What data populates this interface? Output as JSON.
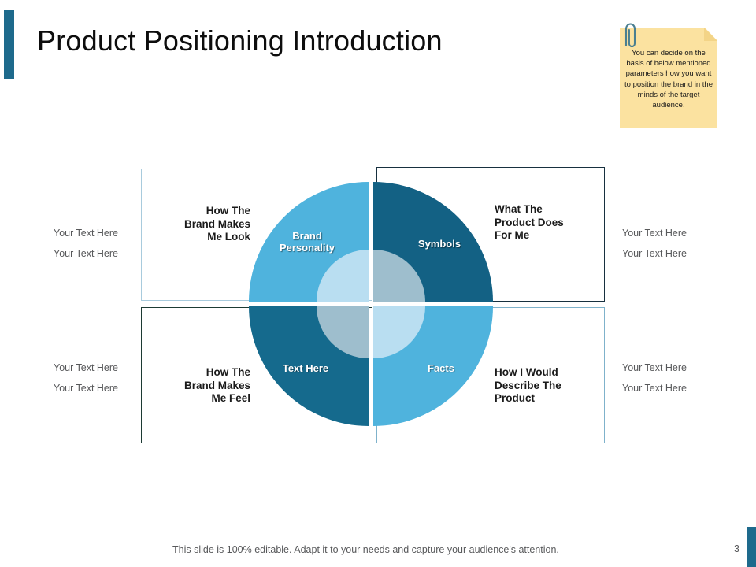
{
  "slide": {
    "title": "Product Positioning  Introduction",
    "page_number": "3",
    "footer_note": "This slide is 100% editable. Adapt it to your needs and capture your audience's attention.",
    "accent_color": "#1E6A8C"
  },
  "sticky_note": {
    "text": "You can decide on the basis of below mentioned parameters how you want to position the brand in the minds of the target audience.",
    "background_color": "#FBE2A0",
    "icon": "paperclip-icon"
  },
  "chart_data": {
    "type": "pie",
    "title": "Product Positioning Quadrants",
    "legend_position": "none",
    "categories": [
      "Brand Personality",
      "Symbols",
      "Facts",
      "Text Here"
    ],
    "values": [
      25,
      25,
      25,
      25
    ],
    "quadrants": [
      {
        "position": "top-left",
        "circle_label": "Brand\nPersonality",
        "heading": "How The\nBrand Makes\nMe Look",
        "outer_color": "#4FB3DD",
        "inner_color": "#B9DEF1",
        "frame_border_color": "#A8CBDD",
        "side_placeholders": [
          "Your Text Here",
          "Your Text Here"
        ]
      },
      {
        "position": "top-right",
        "circle_label": "Symbols",
        "heading": "What The\nProduct Does\nFor Me",
        "outer_color": "#136184",
        "inner_color": "#9EBECD",
        "frame_border_color": "#17303F",
        "side_placeholders": [
          "Your Text Here",
          "Your Text Here"
        ]
      },
      {
        "position": "bottom-left",
        "circle_label": "Text Here",
        "heading": "How The\nBrand Makes\nMe Feel",
        "outer_color": "#156A8D",
        "inner_color": "#9EBECD",
        "frame_border_color": "#1C3A33",
        "side_placeholders": [
          "Your Text Here",
          "Your Text Here"
        ]
      },
      {
        "position": "bottom-right",
        "circle_label": "Facts",
        "heading": "How I Would\nDescribe The\nProduct",
        "outer_color": "#4FB3DD",
        "inner_color": "#B9DEF1",
        "frame_border_color": "#7FB2CB",
        "side_placeholders": [
          "Your Text Here",
          "Your Text Here"
        ]
      }
    ]
  }
}
